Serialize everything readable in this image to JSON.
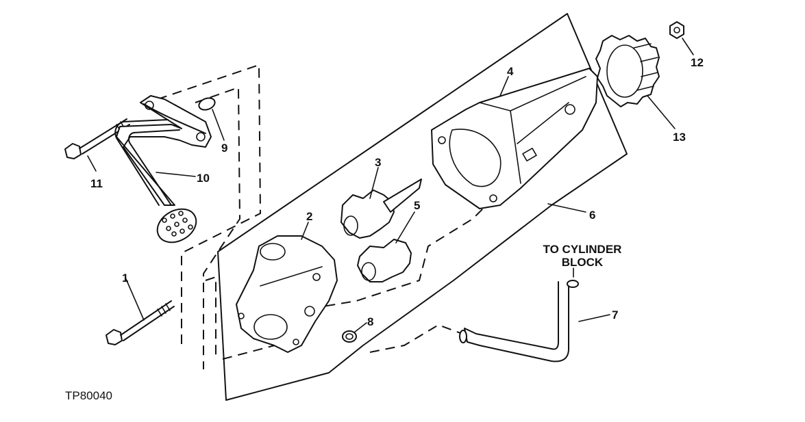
{
  "figure": {
    "reference_id": "TP80040",
    "callouts": [
      "1",
      "2",
      "3",
      "4",
      "5",
      "6",
      "7",
      "8",
      "9",
      "10",
      "11",
      "12",
      "13"
    ],
    "annotation": {
      "line1": "TO CYLINDER",
      "line2": "BLOCK"
    }
  }
}
